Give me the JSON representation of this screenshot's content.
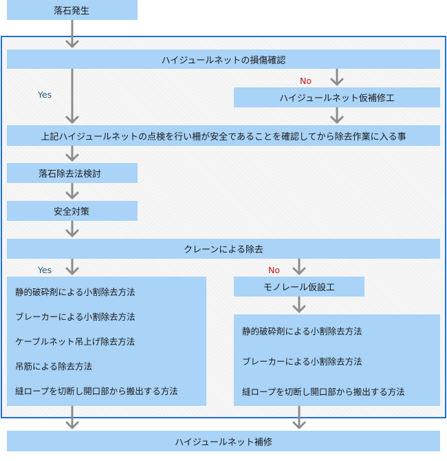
{
  "nodes": {
    "rockfall": "落石発生",
    "net_check": "ハイジュールネットの損傷確認",
    "temp_repair": "ハイジュールネット仮補修工",
    "confirm_safety": "上記ハイジュールネットの点検を行い柵が安全であることを確認してから除去作業に入る事",
    "study_method": "落石除去法検討",
    "safety_measures": "安全対策",
    "crane_removal": "クレーンによる除去",
    "monorail": "モノレール仮設工",
    "final_repair": "ハイジュールネット補修"
  },
  "methods_left": [
    "静的破砕剤による小割除去方法",
    "ブレーカーによる小割除去方法",
    "ケーブルネット吊上げ除去方法",
    "吊筋による除去方法",
    "縫ロープを切断し開口部から搬出する方法"
  ],
  "methods_right": [
    "静的破砕剤による小割除去方法",
    "ブレーカーによる小割除去方法",
    "縫ロープを切断し開口部から搬出する方法"
  ],
  "labels": {
    "yes_1": "Yes",
    "no_1": "No",
    "yes_2": "Yes",
    "no_2": "No"
  },
  "colors": {
    "box_fill": "#a9d3f7",
    "frame_border": "#1a6fd6",
    "arrow": "#8c8c8c",
    "yes_text": "#235a78",
    "no_text": "#cc1122"
  }
}
